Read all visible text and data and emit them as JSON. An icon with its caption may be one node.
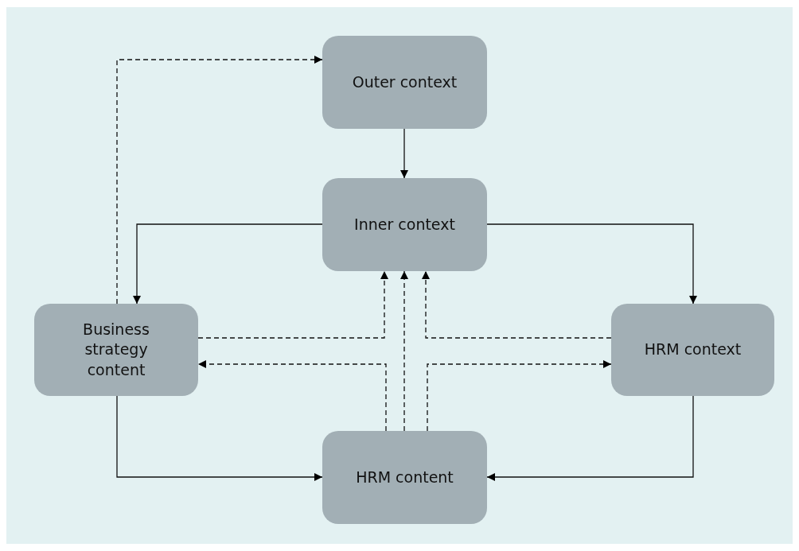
{
  "diagram": {
    "nodes": [
      {
        "text": [
          "Outer context"
        ]
      },
      {
        "text": [
          "Inner context"
        ]
      },
      {
        "text": [
          "Business strategy content"
        ]
      },
      {
        "text": [
          "HRM context"
        ]
      },
      {
        "text": [
          "HRM content"
        ]
      }
    ],
    "edges": [
      {
        "from": 0,
        "to": 1,
        "arrow": "to"
      },
      {
        "from": 1,
        "to": 2,
        "arrow": "to"
      },
      {
        "from": 1,
        "to": 3,
        "arrow": "to"
      },
      {
        "from": 2,
        "to": 4,
        "arrow": "to"
      },
      {
        "from": 3,
        "to": 4,
        "arrow": "to"
      },
      {
        "from": 2,
        "to": 0,
        "arrow": "to",
        "style": "dashed"
      },
      {
        "from": 2,
        "to": 1,
        "arrow": "to",
        "style": "dashed"
      },
      {
        "from": 4,
        "to": 1,
        "arrow": "to",
        "style": "dashed"
      },
      {
        "from": 3,
        "to": 1,
        "arrow": "to",
        "style": "dashed"
      },
      {
        "from": 4,
        "to": 2,
        "arrow": "to",
        "style": "dashed"
      },
      {
        "from": 4,
        "to": 3,
        "arrow": "to",
        "style": "dashed"
      }
    ]
  }
}
